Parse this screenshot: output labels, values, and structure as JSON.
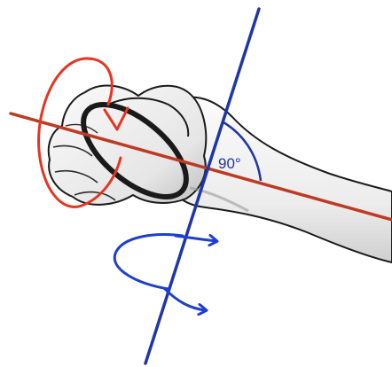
{
  "diagram": {
    "angle_label": "90°",
    "colors": {
      "red_axis": "#bf3a22",
      "red_rotation": "#e8341f",
      "blue_axis": "#1f36a8",
      "blue_rotation": "#1c3fd1",
      "skin_fill": "#f2f2f2",
      "skin_shade": "#c9c9c9",
      "outline": "#1a1a1a"
    },
    "elements": [
      "arm-with-clenched-fist",
      "ring-band",
      "red-axis",
      "red-rotation-arrow",
      "blue-axis",
      "blue-rotation-arrow",
      "right-angle-arc"
    ]
  }
}
